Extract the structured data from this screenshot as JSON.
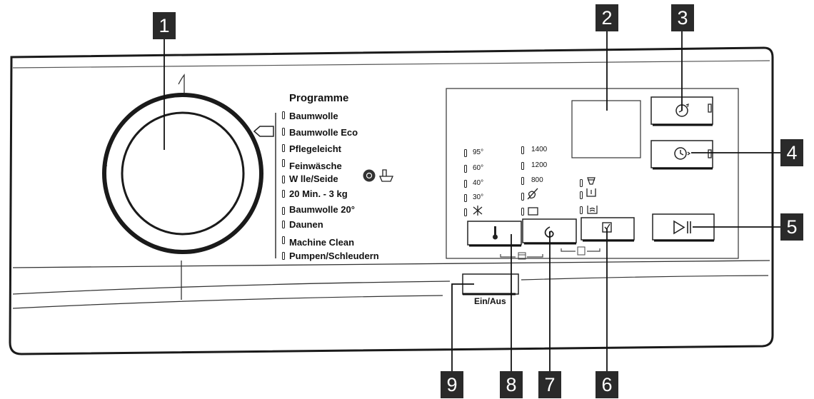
{
  "callouts": [
    "1",
    "2",
    "3",
    "4",
    "5",
    "6",
    "7",
    "8",
    "9"
  ],
  "programmes": {
    "title": "Programme",
    "items": [
      "Baumwolle",
      "Baumwolle Eco",
      "Pflegeleicht",
      "Feinwäsche",
      "W  lle/Seide",
      "20 Min. - 3 kg",
      "Baumwolle 20°",
      "Daunen",
      "Machine Clean",
      "Pumpen/Schleudern"
    ]
  },
  "temperatures": [
    "95°",
    "60°",
    "40°",
    "30°"
  ],
  "spin_speeds": [
    "1400",
    "1200",
    "800"
  ],
  "power_label": "Ein/Aus",
  "icons": [
    "programme-selector-dial",
    "temperature-icon",
    "spin-icon",
    "options-icon",
    "delay-start-icon",
    "time-manager-icon",
    "start-pause-icon",
    "cold-icon",
    "no-spin-icon",
    "rinse-hold-icon",
    "stain-icon",
    "prewash-icon",
    "extra-rinse-icon",
    "woolmark-icon",
    "handwash-icon",
    "door-lock-icon",
    "child-lock-icon"
  ]
}
